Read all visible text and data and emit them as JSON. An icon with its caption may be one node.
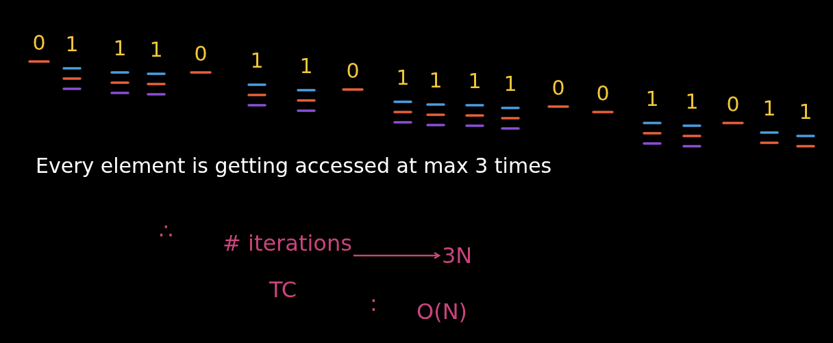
{
  "diagram": {
    "nodes": [
      {
        "text": [
          "# iterations"
        ]
      },
      {
        "text": [
          "3N"
        ]
      }
    ],
    "edges": [
      {
        "from": 0,
        "to": 1,
        "arrow": "to"
      }
    ],
    "labels": [
      "0",
      "1",
      "1",
      "1",
      "0",
      "1",
      "1",
      "0",
      "1",
      "1",
      "1",
      "1",
      "0",
      "0",
      "1",
      "1",
      "0",
      "1",
      "1",
      "Every element is getting accessed at max 3 times",
      "∴",
      "TC",
      ":",
      "O(N)"
    ]
  }
}
